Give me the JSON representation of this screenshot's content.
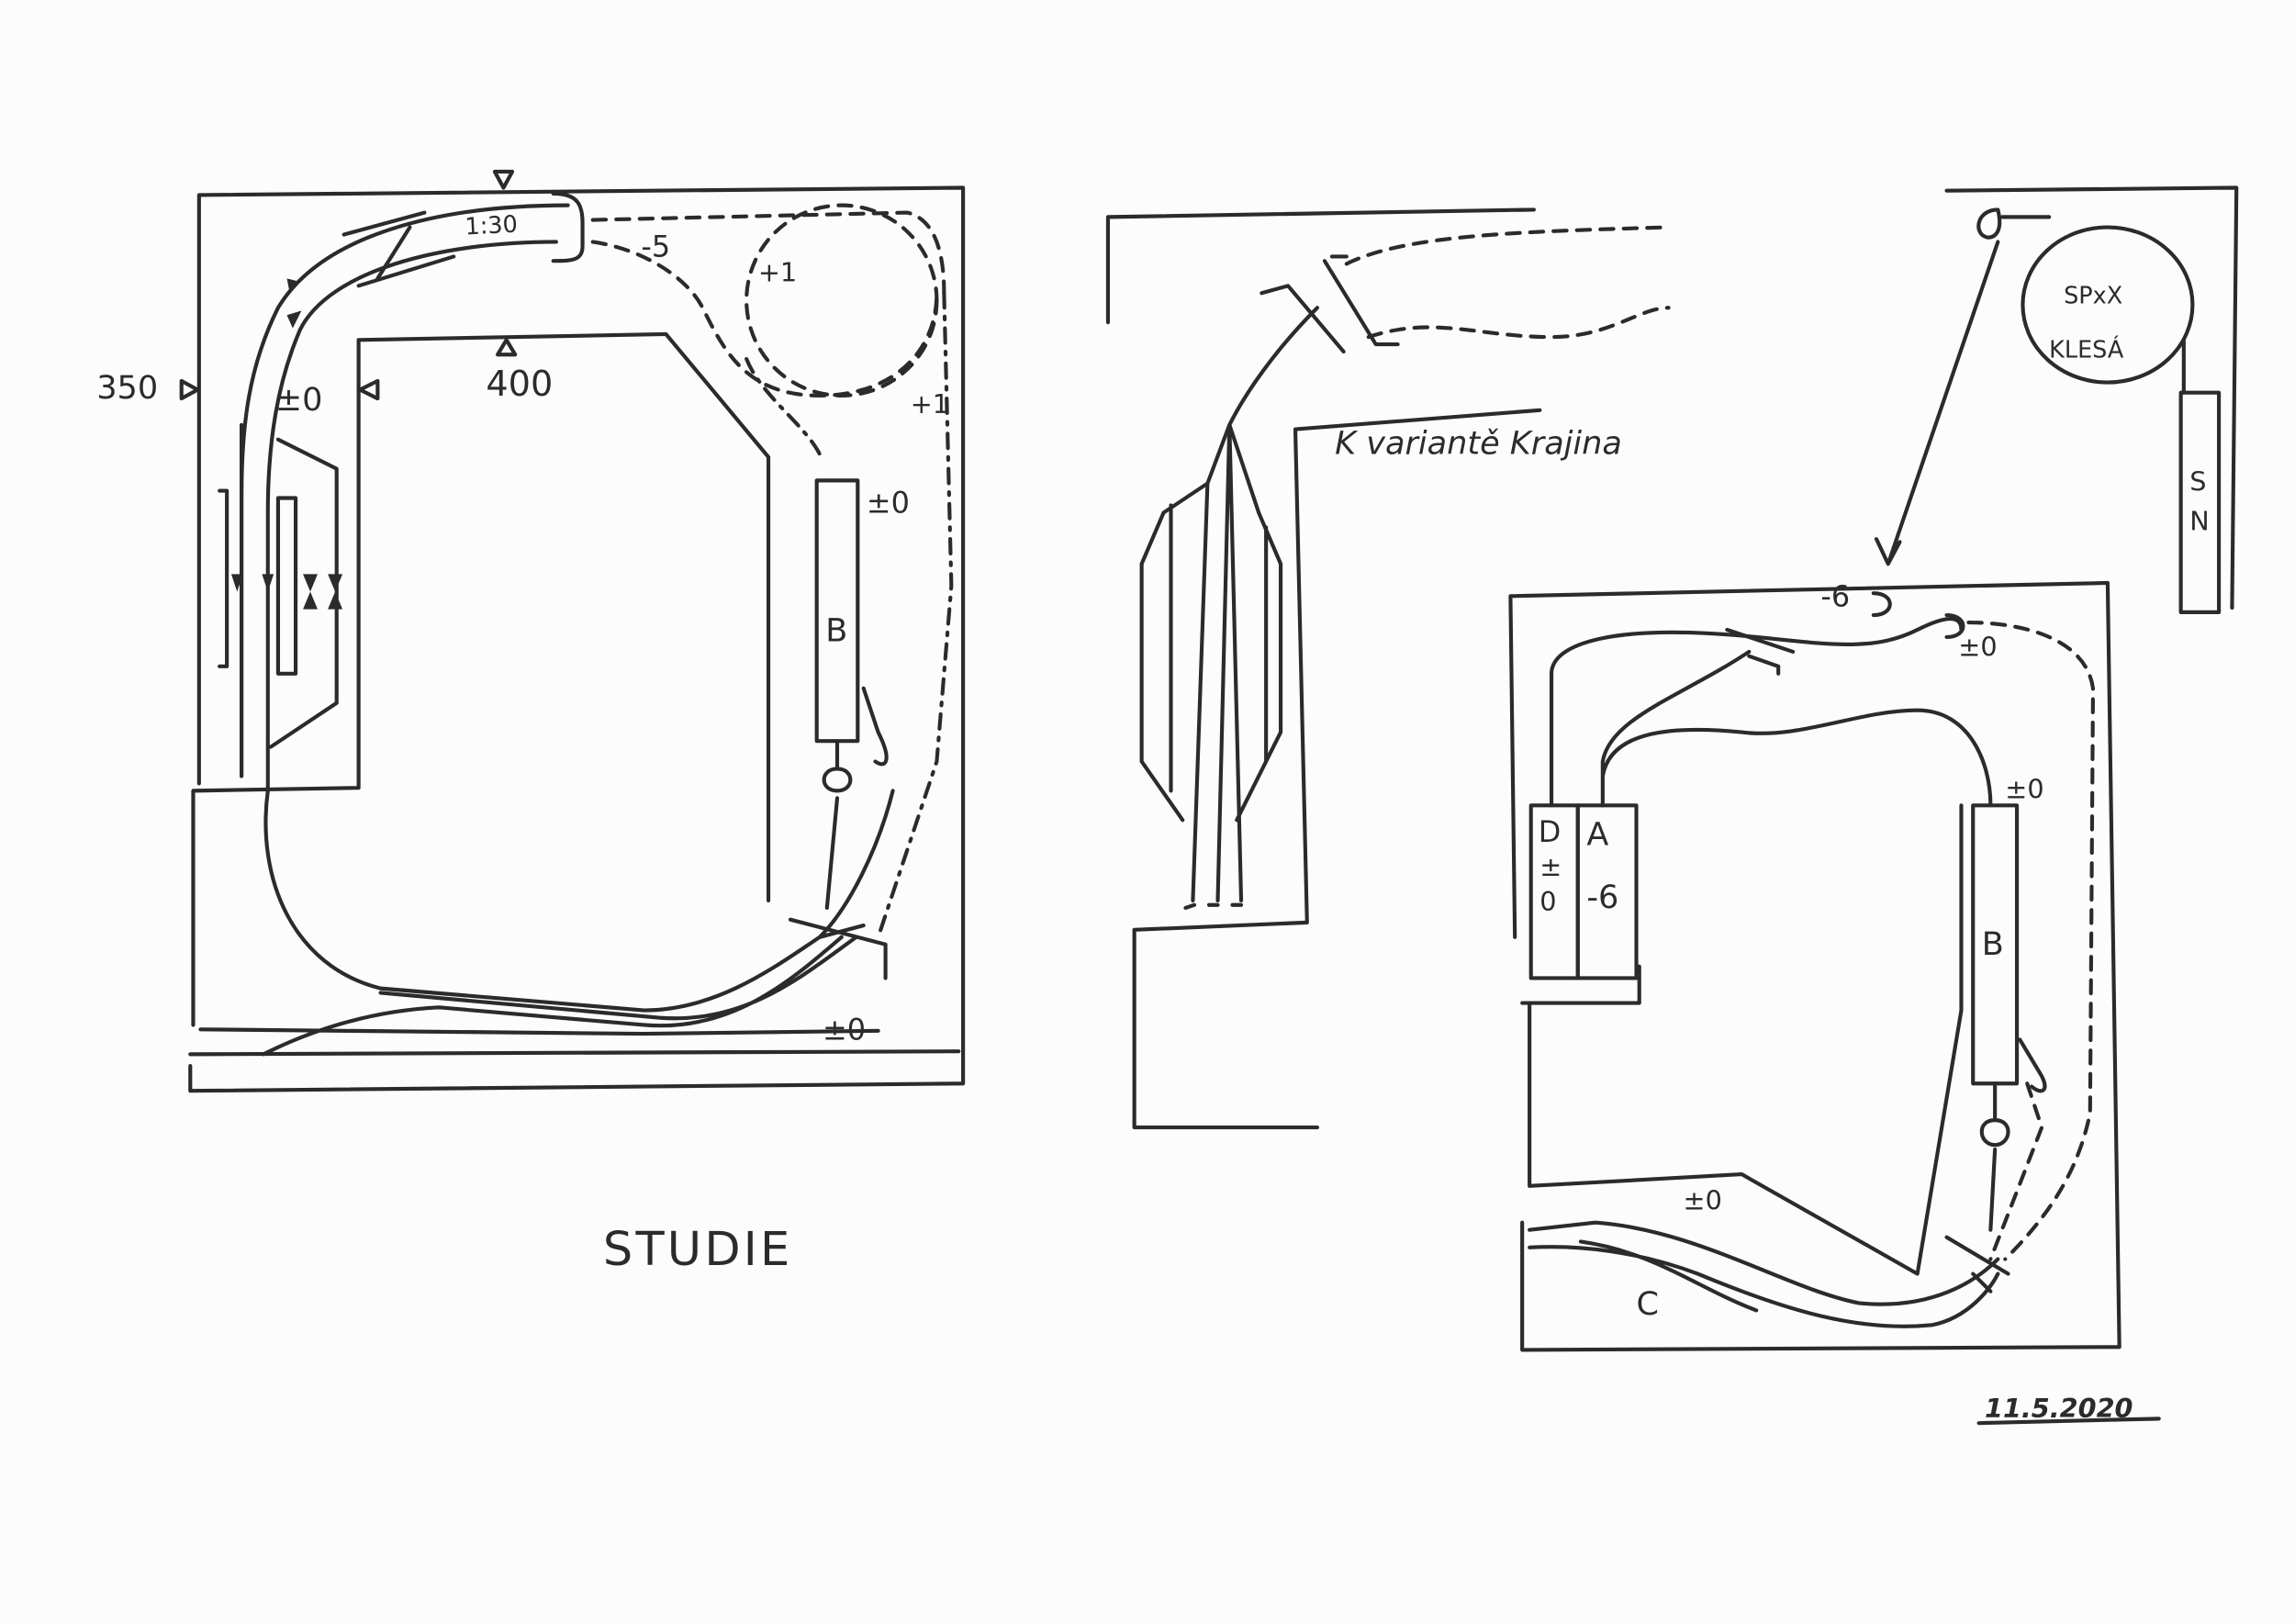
{
  "studie": {
    "title": "STUDIE",
    "labels": {
      "width_mark": "350",
      "inner_mark": "400",
      "gradient": "1:30",
      "level_minus5": "-5",
      "level_plus1_circle": "+1",
      "level_plus1_right": "+1",
      "level_zero_left": "±0",
      "level_zero_b": "±0",
      "level_zero_bottom": "±0",
      "station_b": "B"
    }
  },
  "variant": {
    "title": "K variantě Krajina"
  },
  "lower_plan": {
    "circle_text_line1": "SPxX",
    "circle_text_line2": "KLESÁ",
    "box_sn_s": "S",
    "box_sn_n": "N",
    "level_minus6_top": "-6",
    "level_zero_top": "±0",
    "level_zero_b": "±0",
    "level_zero_bottom": "±0",
    "station_d": "D",
    "station_d_level_top": "±",
    "station_d_level_bottom": "0",
    "station_a": "A",
    "station_a_level": "-6",
    "station_b": "B",
    "station_c": "C"
  },
  "signature_date": "11.5.2020"
}
